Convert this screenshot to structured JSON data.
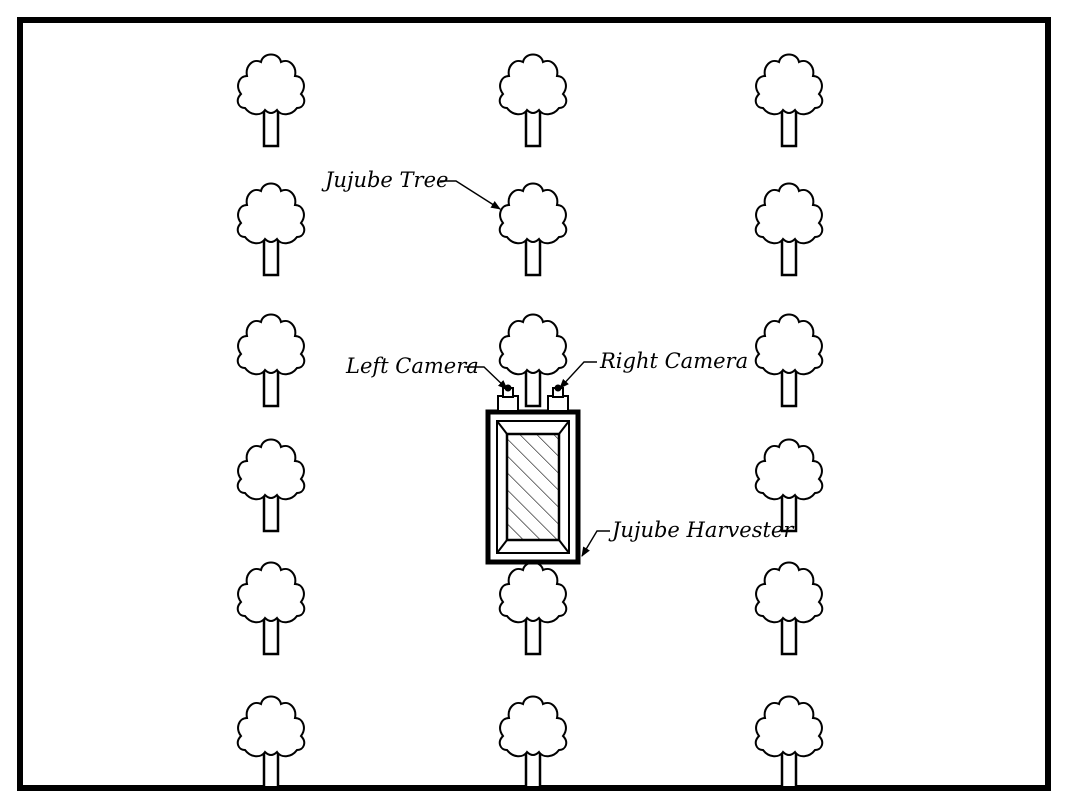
{
  "labels": {
    "jujube_tree": "Jujube Tree",
    "left_camera": "Left Camera",
    "right_camera": "Right Camera",
    "jujube_harvester": "Jujube Harvester"
  },
  "colors": {
    "stroke": "#000000",
    "background": "#ffffff"
  }
}
